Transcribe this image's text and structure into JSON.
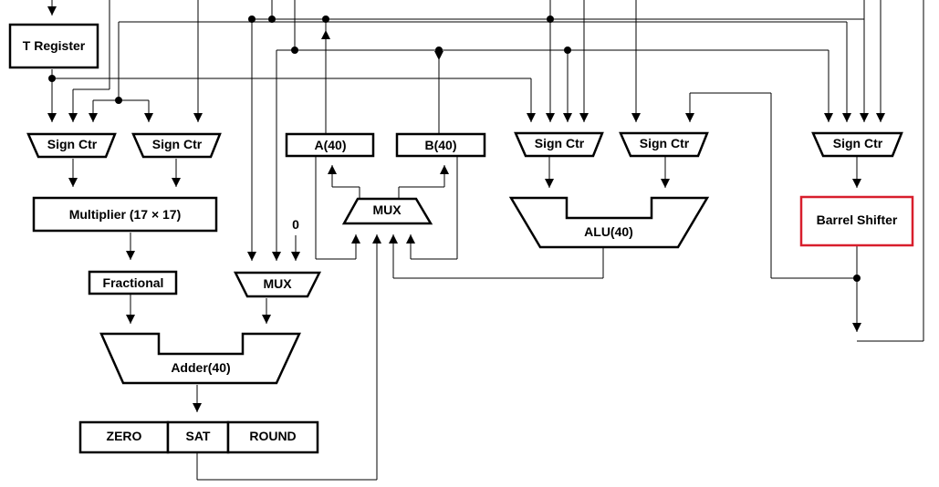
{
  "blocks": {
    "t_register": "T Register",
    "sign_ctr_1": "Sign Ctr",
    "sign_ctr_2": "Sign Ctr",
    "sign_ctr_3": "Sign Ctr",
    "sign_ctr_4": "Sign Ctr",
    "sign_ctr_5": "Sign Ctr",
    "multiplier": "Multiplier (17 × 17)",
    "fractional": "Fractional",
    "mux_adder": "MUX",
    "zero_input": "0",
    "adder": "Adder(40)",
    "zero": "ZERO",
    "sat": "SAT",
    "round": "ROUND",
    "a_reg": "A(40)",
    "b_reg": "B(40)",
    "mux_center": "MUX",
    "alu": "ALU(40)",
    "barrel_shifter": "Barrel Shifter"
  },
  "colors": {
    "highlight": "#d81e2c",
    "line": "#000000"
  }
}
